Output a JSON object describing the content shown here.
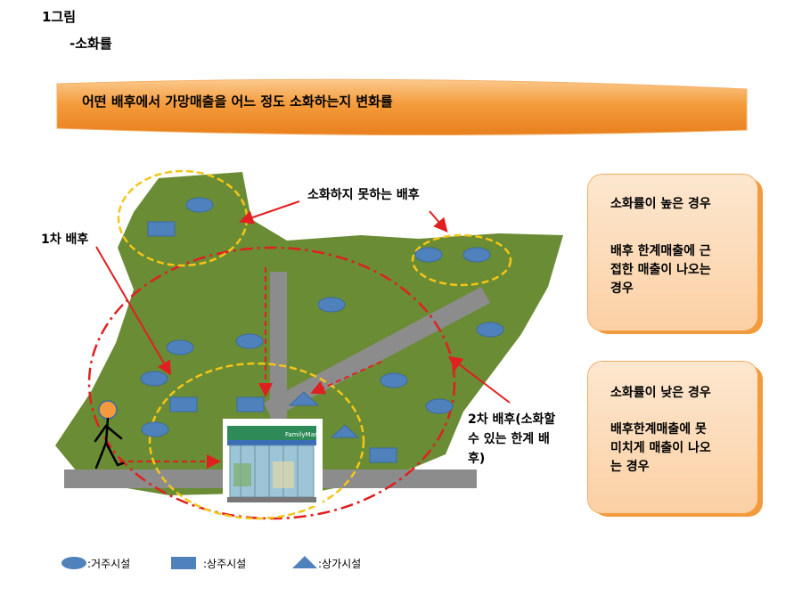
{
  "header": {
    "figure_label": "1그림",
    "subtitle": "-소화률"
  },
  "banner": {
    "text": "어떤 배후에서 가망매출을 어느 정도 소화하는지 변화률"
  },
  "diagram": {
    "label_primary": "1차 배후",
    "label_unabsorbed": "소화하지 못하는 배후",
    "label_secondary": [
      "2차 배후(소화할",
      "수 있는 한계 배",
      "후)"
    ],
    "store_sign": "FamilyMart"
  },
  "boxes": {
    "high": {
      "title": "소화률이 높은 경우",
      "body": [
        "배후 한계매출에 근",
        "접한 매출이 나오는",
        "경우"
      ]
    },
    "low": {
      "title": "소화률이 낮은 경우",
      "body": [
        "배후한계매출에 못",
        "미치게 매출이 나오",
        "는 경우"
      ]
    }
  },
  "legend": [
    {
      "icon": "ellipse-icon",
      "label": ":거주시설"
    },
    {
      "icon": "rectangle-icon",
      "label": ":상주시설"
    },
    {
      "icon": "triangle-icon",
      "label": ":상가시설"
    }
  ],
  "colors": {
    "terrain": "#6a8c34",
    "facility": "#4f81bd",
    "road": "#888888",
    "red": "#e02020",
    "yellow": "#f5c518",
    "orange": "#f29a3c"
  }
}
